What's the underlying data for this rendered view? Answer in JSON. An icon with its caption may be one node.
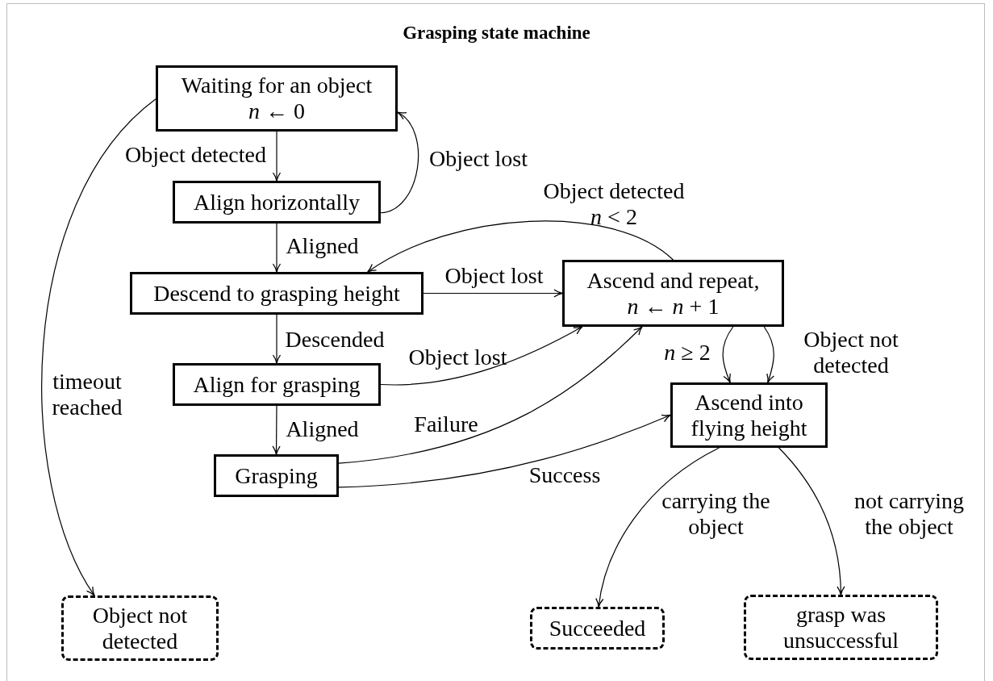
{
  "diagram": {
    "title": "Grasping state machine",
    "nodes": [
      {
        "text": [
          "Waiting for an object",
          "*n* ← 0"
        ]
      },
      {
        "text": [
          "Align horizontally"
        ]
      },
      {
        "text": [
          "Descend to grasping height"
        ]
      },
      {
        "text": [
          "Align for grasping"
        ]
      },
      {
        "text": [
          "Grasping"
        ]
      },
      {
        "text": [
          "Ascend and repeat,",
          "*n* ← *n* + 1"
        ]
      },
      {
        "text": [
          "Ascend into flying height"
        ]
      },
      {
        "text": [
          "Object not detected"
        ]
      },
      {
        "text": [
          "Succeeded"
        ]
      },
      {
        "text": [
          "grasp was unsuccessful"
        ]
      }
    ],
    "edges": [
      {
        "from": 0,
        "to": 1,
        "arrow": "to",
        "label": "Object detected"
      },
      {
        "from": 1,
        "to": 0,
        "arrow": "to",
        "label": "Object lost"
      },
      {
        "from": 1,
        "to": 2,
        "arrow": "to",
        "label": "Aligned"
      },
      {
        "from": 5,
        "to": 2,
        "arrow": "to",
        "label": "Object detected *n* < 2"
      },
      {
        "from": 2,
        "to": 5,
        "arrow": "to",
        "label": "Object lost"
      },
      {
        "from": 2,
        "to": 3,
        "arrow": "to",
        "label": "Descended"
      },
      {
        "from": 3,
        "to": 5,
        "arrow": "to",
        "label": "Object lost"
      },
      {
        "from": 3,
        "to": 4,
        "arrow": "to",
        "label": "Aligned"
      },
      {
        "from": 4,
        "to": 5,
        "arrow": "to",
        "label": "Failure"
      },
      {
        "from": 4,
        "to": 6,
        "arrow": "to",
        "label": "Success"
      },
      {
        "from": 5,
        "to": 6,
        "arrow": "to",
        "label": "*n* ≥ 2"
      },
      {
        "from": 5,
        "to": 6,
        "arrow": "to",
        "label": "Object not detected"
      },
      {
        "from": 6,
        "to": 8,
        "arrow": "to",
        "label": "carrying the object"
      },
      {
        "from": 6,
        "to": 9,
        "arrow": "to",
        "label": "not carrying the object"
      },
      {
        "from": 0,
        "to": 7,
        "arrow": "to",
        "label": "timeout reached"
      }
    ]
  }
}
